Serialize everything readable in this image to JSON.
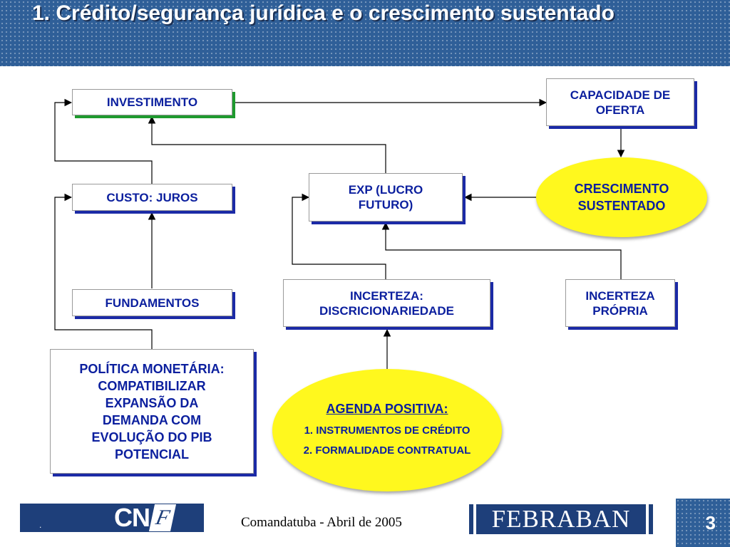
{
  "header": {
    "title": "1. Crédito/segurança jurídica e o crescimento sustentado"
  },
  "nodes": {
    "investimento": {
      "lines": [
        "INVESTIMENTO"
      ]
    },
    "capacidade": {
      "lines": [
        "CAPACIDADE DE",
        "OFERTA"
      ]
    },
    "crescimento": {
      "lines": [
        "CRESCIMENTO",
        "SUSTENTADO"
      ]
    },
    "custo_juros": {
      "lines": [
        "CUSTO: JUROS"
      ]
    },
    "exp_lucro": {
      "lines": [
        "EXP (LUCRO",
        "FUTURO)"
      ]
    },
    "fundamentos": {
      "lines": [
        "FUNDAMENTOS"
      ]
    },
    "incerteza_disc": {
      "lines": [
        "INCERTEZA:",
        "DISCRICIONARIEDADE"
      ]
    },
    "incerteza_propria": {
      "lines": [
        "INCERTEZA",
        "PRÓPRIA"
      ]
    },
    "politica": {
      "lines": [
        "POLÍTICA MONETÁRIA:",
        "COMPATIBILIZAR",
        "EXPANSÃO DA",
        "DEMANDA COM",
        "EVOLUÇÃO DO PIB",
        "POTENCIAL"
      ]
    },
    "agenda": {
      "title": "AGENDA POSITIVA:",
      "items": [
        "1. INSTRUMENTOS DE CRÉDITO",
        "2. FORMALIDADE CONTRATUAL"
      ]
    }
  },
  "footer": {
    "logo_left_main": "CN",
    "logo_left_f": "F",
    "dot": ".",
    "event": "Comandatuba - Abril de 2005",
    "logo_right": "FEBRABAN",
    "page_number": "3"
  },
  "colors": {
    "header_bg": "#2f5f98",
    "box_text": "#0b1f9e",
    "shadow_blue": "#1b2aa6",
    "shadow_green": "#1e9a2e",
    "ellipse_fill": "#fff81e"
  }
}
